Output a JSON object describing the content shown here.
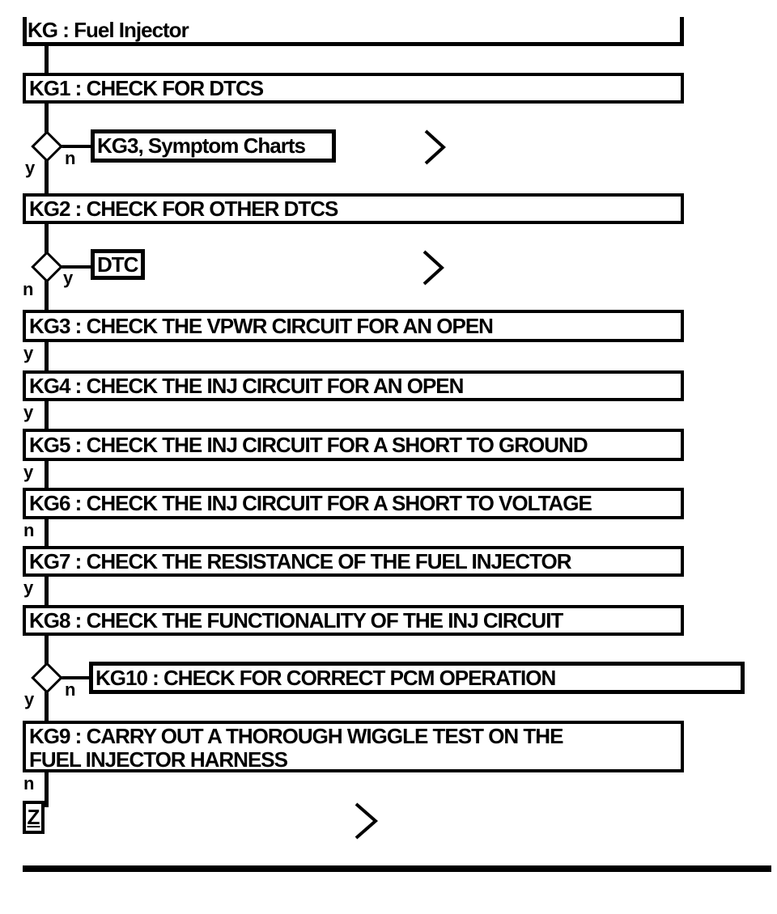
{
  "title": "KG : Fuel Injector",
  "steps": {
    "kg1": "KG1 : CHECK FOR DTCS",
    "kg2": "KG2 : CHECK FOR OTHER DTCS",
    "kg3": "KG3 : CHECK THE VPWR CIRCUIT FOR AN OPEN",
    "kg4": "KG4 : CHECK THE INJ CIRCUIT FOR AN OPEN",
    "kg5": "KG5 : CHECK THE INJ CIRCUIT FOR A SHORT TO GROUND",
    "kg6": "KG6 : CHECK THE INJ CIRCUIT FOR A SHORT TO VOLTAGE",
    "kg7": "KG7 : CHECK THE RESISTANCE OF THE FUEL INJECTOR",
    "kg8": "KG8 : CHECK THE FUNCTIONALITY OF THE INJ CIRCUIT",
    "kg9_line1": "KG9 : CARRY OUT A THOROUGH WIGGLE TEST ON THE",
    "kg9_line2": "FUEL INJECTOR HARNESS"
  },
  "branches": {
    "kg3_symptom": "KG3, Symptom Charts",
    "dtc": "DTC",
    "kg10": "KG10 : CHECK FOR CORRECT PCM OPERATION"
  },
  "decisions": {
    "d1": {
      "bottom": "y",
      "right": "n"
    },
    "d2": {
      "bottom": "n",
      "right": "y"
    },
    "d3": {
      "bottom": "y",
      "right": "n"
    }
  },
  "edge_labels": {
    "kg3_out": "y",
    "kg4_out": "y",
    "kg5_out": "y",
    "kg6_out": "n",
    "kg7_out": "y",
    "kg9_out": "n"
  },
  "terminal": "Z",
  "colors": {
    "line": "#000000",
    "background": "#ffffff"
  }
}
